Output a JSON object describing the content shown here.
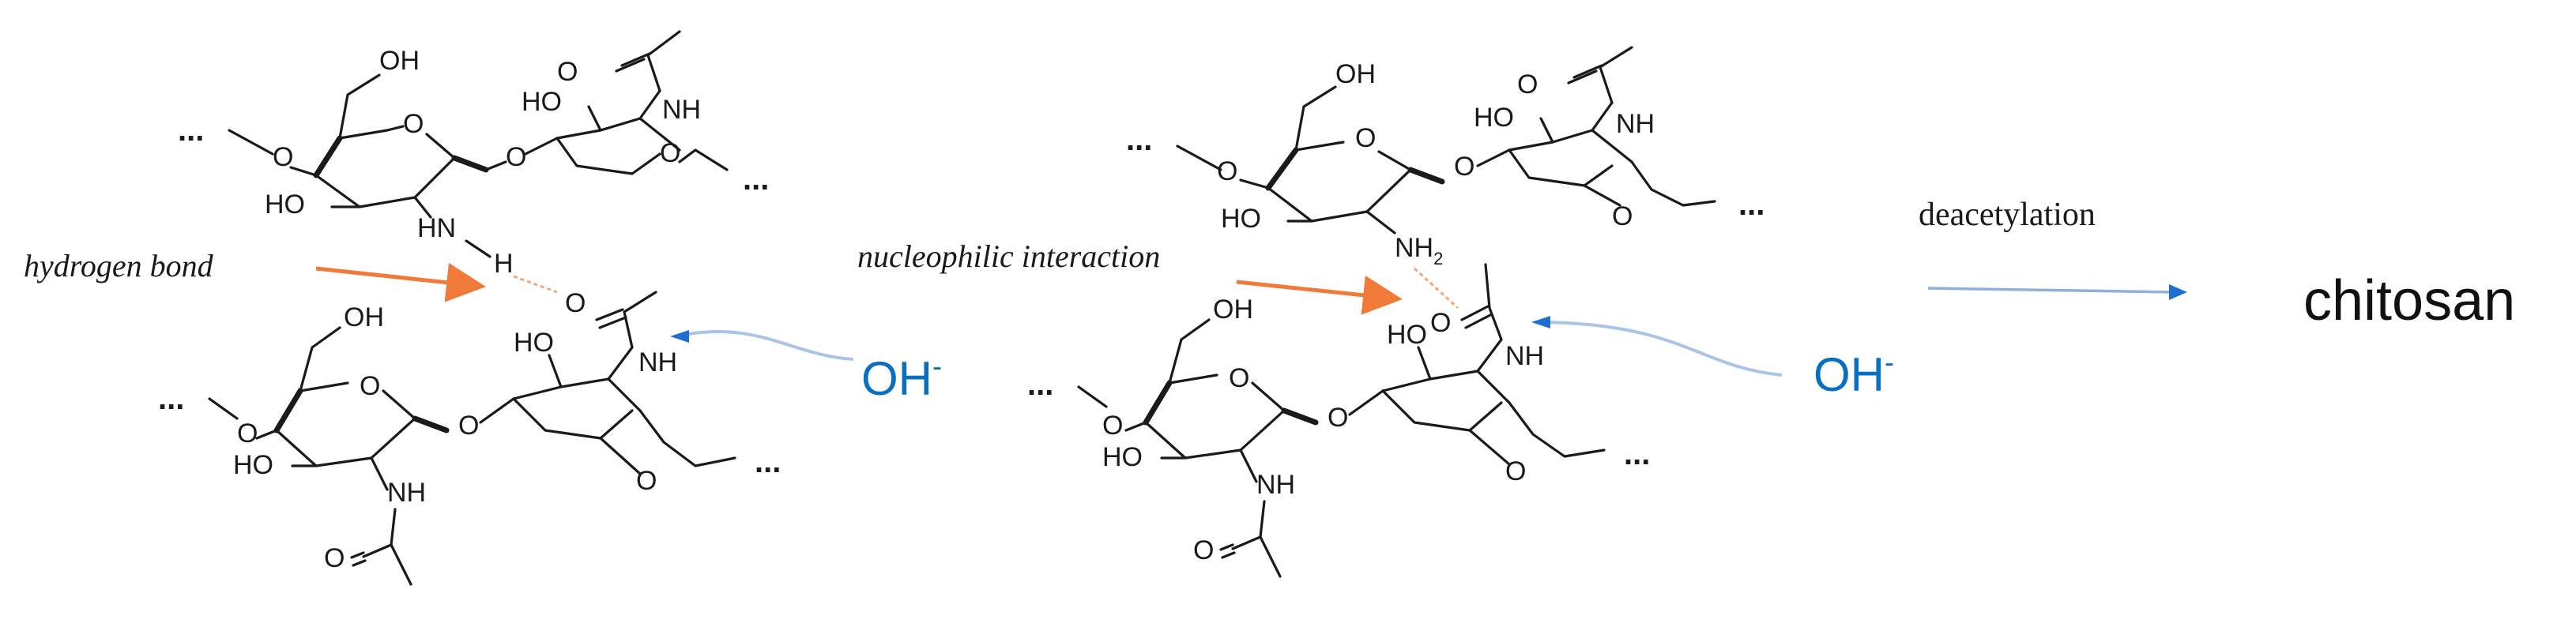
{
  "labels": {
    "hydrogen_bond": "hydrogen bond",
    "nucleophilic": "nucleophilic interaction",
    "deacetylation": "deacetylation",
    "product": "chitosan",
    "hydroxide_base": "OH",
    "hydroxide_charge": "-"
  },
  "atoms": {
    "oh": "OH",
    "ho": "HO",
    "o": "O",
    "nh": "NH",
    "hn": "HN",
    "h": "H",
    "nh2": "NH",
    "nh2_sub": "2",
    "chain": "..."
  },
  "colors": {
    "hydroxide": "#0a6fc2",
    "orange_arrow": "#f07a3a",
    "blue_arrow": "#a9c4e6",
    "deacetylation_arrow": "#6f9fd8"
  }
}
